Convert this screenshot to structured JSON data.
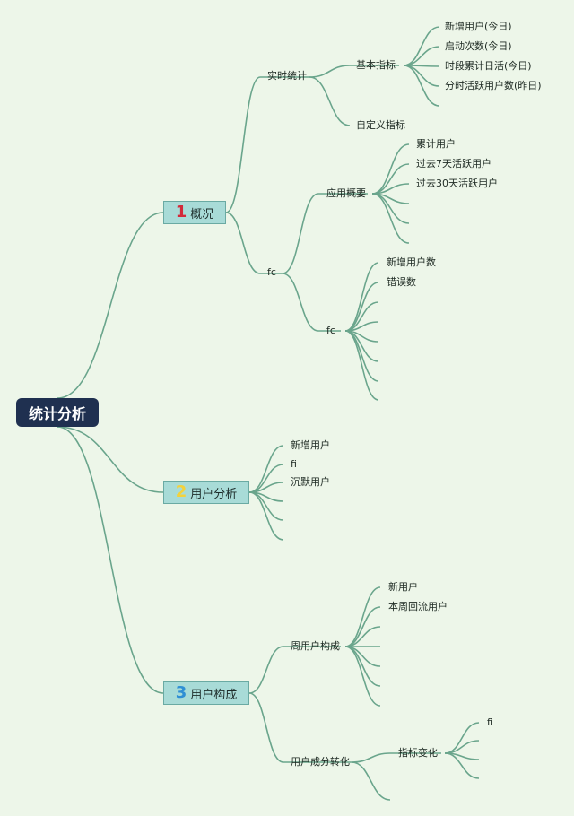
{
  "root": {
    "label": "统计分析"
  },
  "colors": {
    "background": "#edf6e9",
    "edge": "#6aa58c",
    "root_fill": "#1f3050",
    "box_fill": "#a8dbd7",
    "num1": "#d22a3a",
    "num2": "#f3d23c",
    "num3": "#2f8fd4"
  },
  "section1": {
    "num": "1",
    "label": "概况",
    "realtime": {
      "label": "实时统计",
      "basic": {
        "label": "基本指标",
        "items": [
          "新增用户(今日)",
          "启动次数(今日)",
          "时段累计日活(今日)",
          "分时活跃用户数(昨日)"
        ]
      },
      "custom": {
        "label": "自定义指标"
      }
    },
    "fc": {
      "label": "fc",
      "overview": {
        "label": "应用概要",
        "items": [
          "累计用户",
          "过去7天活跃用户",
          "过去30天活跃用户"
        ]
      },
      "fc2": {
        "label": "fc",
        "items": [
          "新增用户数",
          "错误数"
        ]
      }
    }
  },
  "section2": {
    "num": "2",
    "label": "用户分析",
    "items": [
      "新增用户",
      "fi",
      "沉默用户"
    ]
  },
  "section3": {
    "num": "3",
    "label": "用户构成",
    "weekly": {
      "label": "周用户构成",
      "items": [
        "新用户",
        "本周回流用户"
      ]
    },
    "conversion": {
      "label": "用户成分转化",
      "indicator": {
        "label": "指标变化",
        "items": [
          "fi"
        ]
      }
    }
  }
}
